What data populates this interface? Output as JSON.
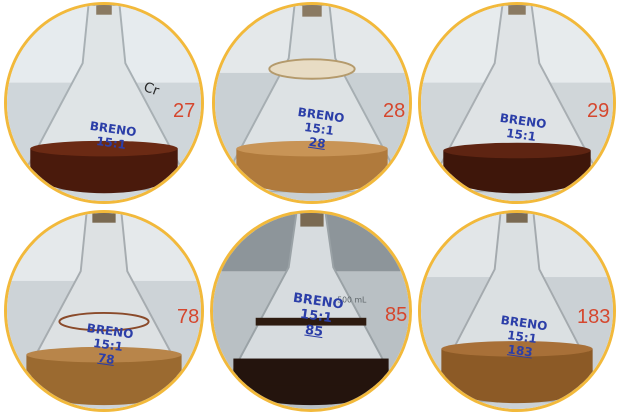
{
  "palette": {
    "ring": "#f2b93b",
    "number_text": "#d5472e",
    "marker_ink": "#2b3ea8"
  },
  "panels": [
    {
      "number": "27",
      "label": {
        "line1": "BRENO",
        "line2": "15:1",
        "line3": ""
      },
      "liquid_color": "#4a1a0c"
    },
    {
      "number": "28",
      "label": {
        "line1": "BRENO",
        "line2": "15:1",
        "line3": "28"
      },
      "liquid_color": "#b07a3c"
    },
    {
      "number": "29",
      "label": {
        "line1": "BRENO",
        "line2": "15:1",
        "line3": ""
      },
      "liquid_color": "#3e160a"
    },
    {
      "number": "78",
      "label": {
        "line1": "BRENO",
        "line2": "15:1",
        "line3": "78"
      },
      "liquid_color": "#9b6a30"
    },
    {
      "number": "85",
      "label": {
        "line1": "BRENO",
        "line2": "15:1",
        "line3": "85"
      },
      "liquid_color": "#24140d"
    },
    {
      "number": "183",
      "label": {
        "line1": "BRENO",
        "line2": "15:1",
        "line3": "183"
      },
      "liquid_color": "#8c5a26"
    }
  ],
  "flask_85_marking": "500 mL"
}
